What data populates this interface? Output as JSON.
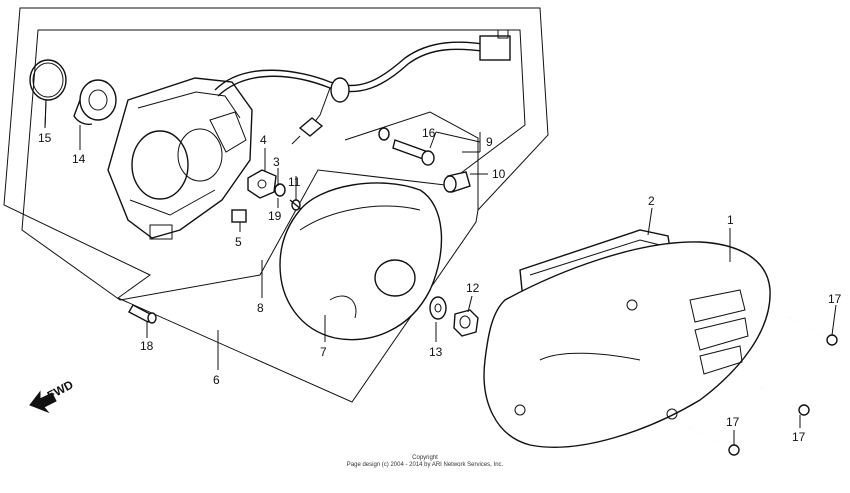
{
  "parts": [
    {
      "id": "label-1",
      "text": "1"
    },
    {
      "id": "label-2",
      "text": "2"
    },
    {
      "id": "label-3",
      "text": "3"
    },
    {
      "id": "label-4",
      "text": "4"
    },
    {
      "id": "label-5",
      "text": "5"
    },
    {
      "id": "label-6",
      "text": "6"
    },
    {
      "id": "label-7",
      "text": "7"
    },
    {
      "id": "label-8",
      "text": "8"
    },
    {
      "id": "label-9",
      "text": "9"
    },
    {
      "id": "label-10",
      "text": "10"
    },
    {
      "id": "label-11",
      "text": "11"
    },
    {
      "id": "label-12",
      "text": "12"
    },
    {
      "id": "label-13",
      "text": "13"
    },
    {
      "id": "label-14",
      "text": "14"
    },
    {
      "id": "label-15",
      "text": "15"
    },
    {
      "id": "label-16",
      "text": "16"
    },
    {
      "id": "label-17a",
      "text": "17"
    },
    {
      "id": "label-17b",
      "text": "17"
    },
    {
      "id": "label-17c",
      "text": "17"
    },
    {
      "id": "label-18",
      "text": "18"
    },
    {
      "id": "label-19",
      "text": "19"
    }
  ],
  "direction_label": "FWD",
  "copyright": {
    "line1": "Copyright",
    "line2": "Page design (c) 2004 - 2014 by ARI Network Services, Inc."
  }
}
